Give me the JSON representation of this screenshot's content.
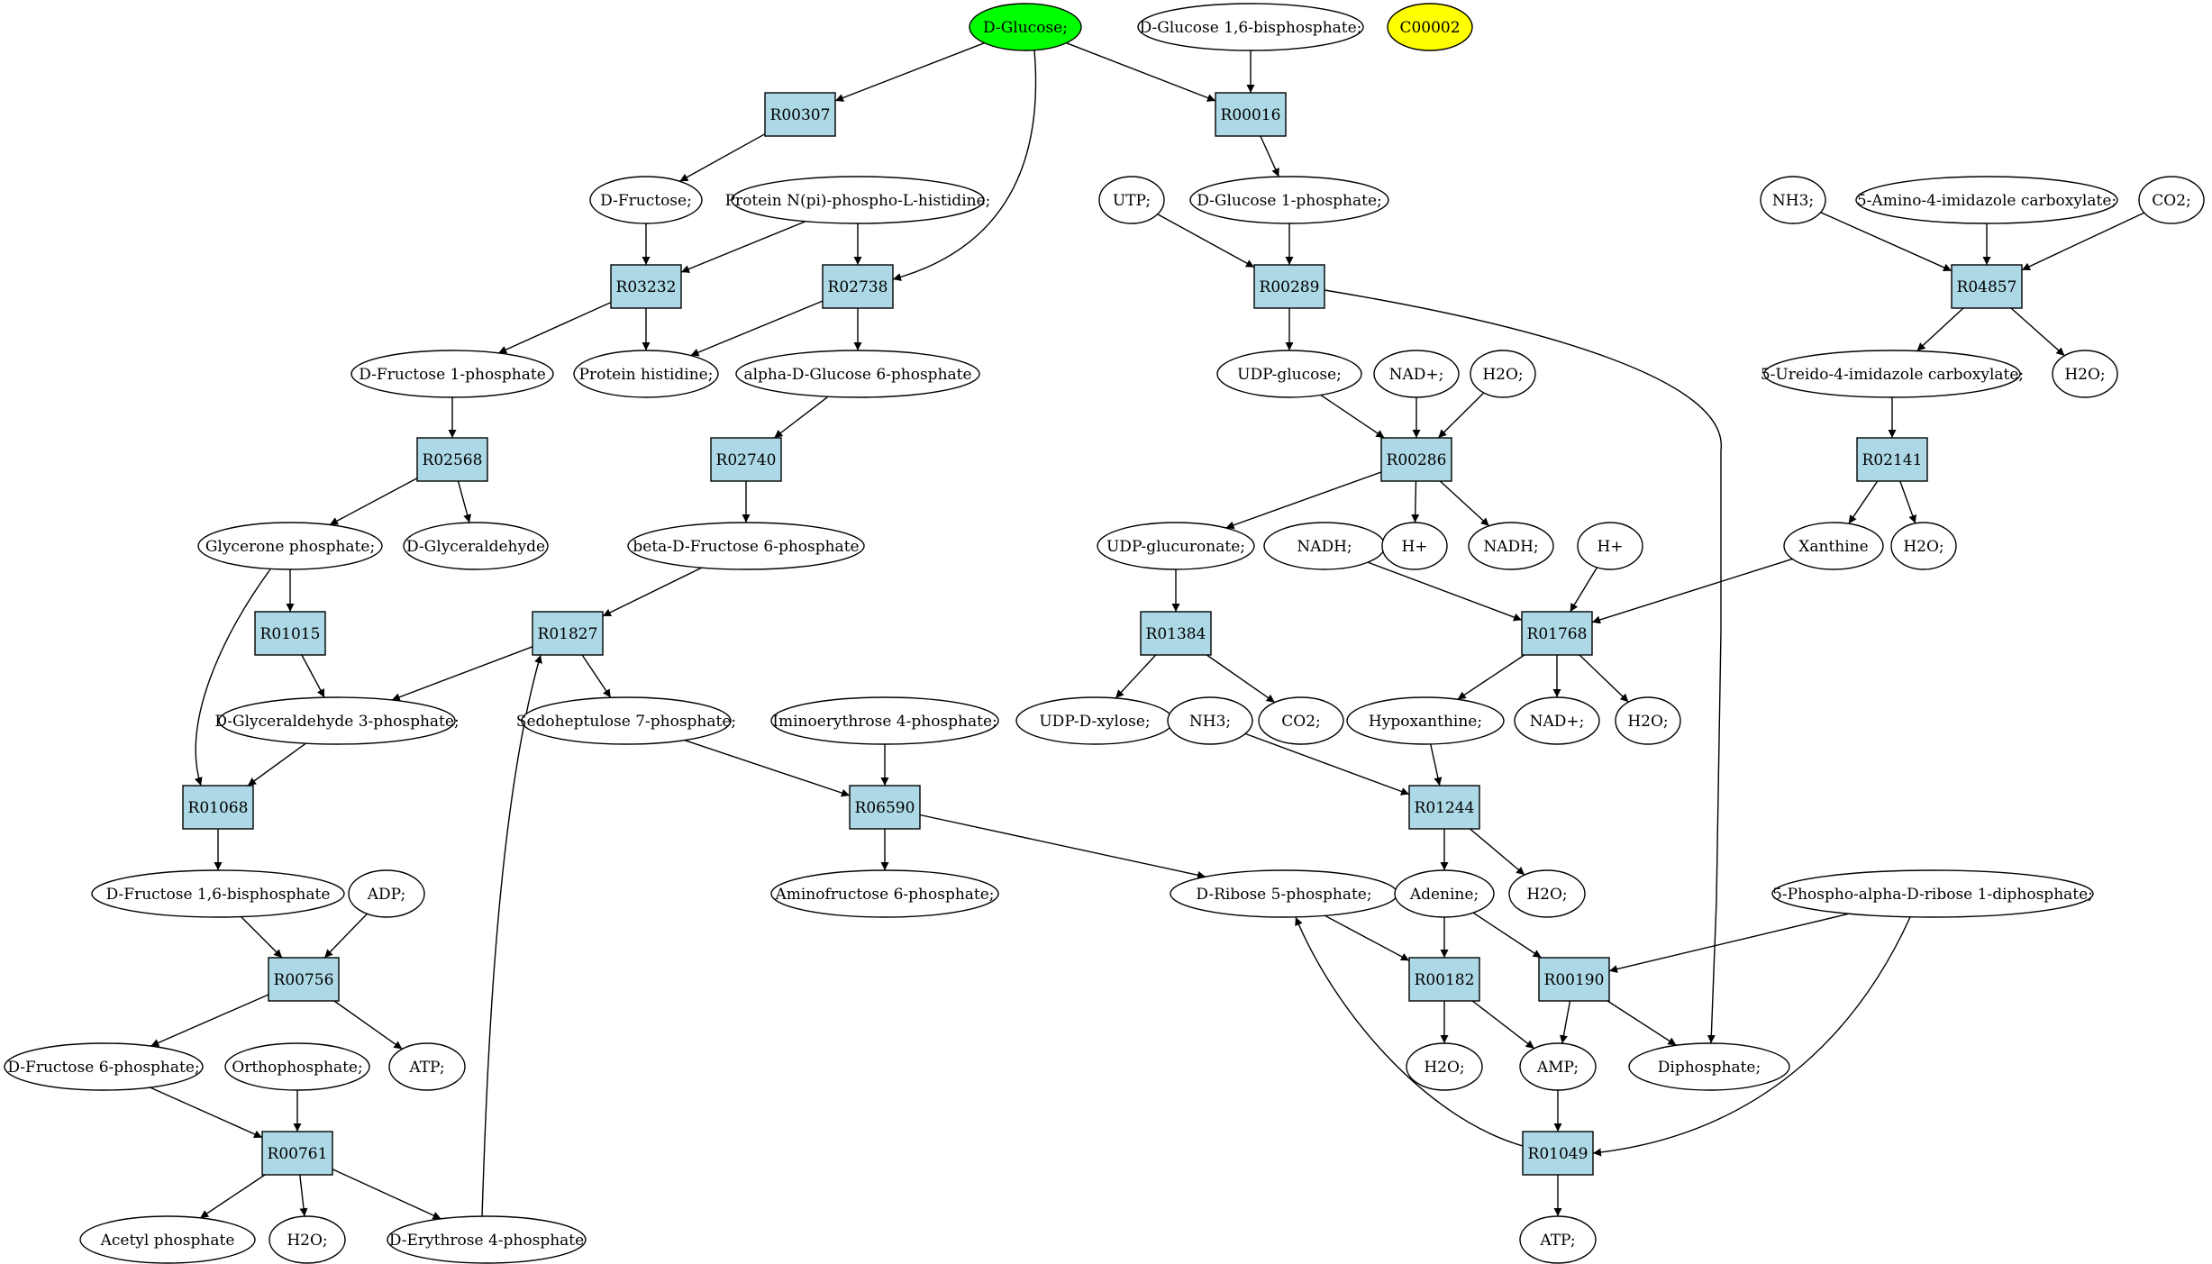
{
  "colors": {
    "reaction_fill": "#add8e6",
    "start_compound_fill": "#00ff00",
    "highlight_compound_fill": "#ffff00",
    "compound_fill": "#ffffff",
    "edge_color": "#000000"
  },
  "compounds": [
    {
      "id": "c1",
      "label": "D-Glucose;",
      "style": "start"
    },
    {
      "id": "c2",
      "label": "D-Glucose 1,6-bisphosphate;"
    },
    {
      "id": "c3",
      "label": "C00002",
      "style": "highlight"
    },
    {
      "id": "c4",
      "label": "D-Fructose;"
    },
    {
      "id": "c5",
      "label": "Protein N(pi)-phospho-L-histidine;"
    },
    {
      "id": "c6",
      "label": "UTP;"
    },
    {
      "id": "c7",
      "label": "D-Glucose 1-phosphate;"
    },
    {
      "id": "c8",
      "label": "NH3;"
    },
    {
      "id": "c9",
      "label": "5-Amino-4-imidazole carboxylate;"
    },
    {
      "id": "c10",
      "label": "CO2;"
    },
    {
      "id": "c11",
      "label": "D-Fructose 1-phosphate"
    },
    {
      "id": "c12",
      "label": "Protein histidine;"
    },
    {
      "id": "c13",
      "label": "alpha-D-Glucose 6-phosphate"
    },
    {
      "id": "c14",
      "label": "UDP-glucose;"
    },
    {
      "id": "c15",
      "label": "NAD+;"
    },
    {
      "id": "c16",
      "label": "H2O;"
    },
    {
      "id": "c17",
      "label": "5-Ureido-4-imidazole carboxylate;"
    },
    {
      "id": "c18",
      "label": "H2O;"
    },
    {
      "id": "c19",
      "label": "Glycerone phosphate;"
    },
    {
      "id": "c20",
      "label": "D-Glyceraldehyde"
    },
    {
      "id": "c21",
      "label": "beta-D-Fructose 6-phosphate"
    },
    {
      "id": "c22",
      "label": "UDP-glucuronate;"
    },
    {
      "id": "c23",
      "label": "NADH;"
    },
    {
      "id": "c24",
      "label": "H+"
    },
    {
      "id": "c25",
      "label": "NADH;"
    },
    {
      "id": "c26",
      "label": "H+"
    },
    {
      "id": "c27",
      "label": "Xanthine"
    },
    {
      "id": "c28",
      "label": "H2O;"
    },
    {
      "id": "c29",
      "label": "D-Glyceraldehyde 3-phosphate;"
    },
    {
      "id": "c30",
      "label": "Sedoheptulose 7-phosphate;"
    },
    {
      "id": "c31",
      "label": "Iminoerythrose 4-phosphate;"
    },
    {
      "id": "c32",
      "label": "UDP-D-xylose;"
    },
    {
      "id": "c33",
      "label": "NH3;"
    },
    {
      "id": "c34",
      "label": "CO2;"
    },
    {
      "id": "c35",
      "label": "Hypoxanthine;"
    },
    {
      "id": "c36",
      "label": "NAD+;"
    },
    {
      "id": "c37",
      "label": "H2O;"
    },
    {
      "id": "c38",
      "label": "D-Fructose 1,6-bisphosphate"
    },
    {
      "id": "c39",
      "label": "ADP;"
    },
    {
      "id": "c40",
      "label": "Aminofructose 6-phosphate;"
    },
    {
      "id": "c41",
      "label": "D-Ribose 5-phosphate;"
    },
    {
      "id": "c42",
      "label": "Adenine;"
    },
    {
      "id": "c43",
      "label": "H2O;"
    },
    {
      "id": "c44",
      "label": "5-Phospho-alpha-D-ribose 1-diphosphate;"
    },
    {
      "id": "c45",
      "label": "D-Fructose 6-phosphate;"
    },
    {
      "id": "c46",
      "label": "Orthophosphate;"
    },
    {
      "id": "c47",
      "label": "ATP;"
    },
    {
      "id": "c48",
      "label": "H2O;"
    },
    {
      "id": "c49",
      "label": "AMP;"
    },
    {
      "id": "c50",
      "label": "Diphosphate;"
    },
    {
      "id": "c51",
      "label": "Acetyl phosphate"
    },
    {
      "id": "c52",
      "label": "H2O;"
    },
    {
      "id": "c53",
      "label": "D-Erythrose 4-phosphate"
    },
    {
      "id": "c54",
      "label": "ATP;"
    }
  ],
  "reactions": [
    {
      "id": "r1",
      "label": "R00307"
    },
    {
      "id": "r2",
      "label": "R00016"
    },
    {
      "id": "r3",
      "label": "R03232"
    },
    {
      "id": "r4",
      "label": "R02738"
    },
    {
      "id": "r5",
      "label": "R00289"
    },
    {
      "id": "r6",
      "label": "R04857"
    },
    {
      "id": "r7",
      "label": "R02568"
    },
    {
      "id": "r8",
      "label": "R02740"
    },
    {
      "id": "r9",
      "label": "R00286"
    },
    {
      "id": "r10",
      "label": "R02141"
    },
    {
      "id": "r11",
      "label": "R01015"
    },
    {
      "id": "r12",
      "label": "R01827"
    },
    {
      "id": "r13",
      "label": "R01384"
    },
    {
      "id": "r14",
      "label": "R01768"
    },
    {
      "id": "r15",
      "label": "R01068"
    },
    {
      "id": "r16",
      "label": "R06590"
    },
    {
      "id": "r17",
      "label": "R01244"
    },
    {
      "id": "r18",
      "label": "R00756"
    },
    {
      "id": "r19",
      "label": "R00182"
    },
    {
      "id": "r20",
      "label": "R00190"
    },
    {
      "id": "r21",
      "label": "R00761"
    },
    {
      "id": "r22",
      "label": "R01049"
    }
  ],
  "edges": [
    [
      "c1",
      "r1"
    ],
    [
      "c1",
      "r2"
    ],
    [
      "c1",
      "r4"
    ],
    [
      "c2",
      "r2"
    ],
    [
      "r1",
      "c4"
    ],
    [
      "r2",
      "c7"
    ],
    [
      "c4",
      "r3"
    ],
    [
      "c5",
      "r3"
    ],
    [
      "c5",
      "r4"
    ],
    [
      "c6",
      "r5"
    ],
    [
      "c7",
      "r5"
    ],
    [
      "c8",
      "r6"
    ],
    [
      "c9",
      "r6"
    ],
    [
      "c10",
      "r6"
    ],
    [
      "r3",
      "c11"
    ],
    [
      "r3",
      "c12"
    ],
    [
      "r4",
      "c12"
    ],
    [
      "r4",
      "c13"
    ],
    [
      "r5",
      "c14"
    ],
    [
      "r5",
      "c50"
    ],
    [
      "r6",
      "c17"
    ],
    [
      "r6",
      "c18"
    ],
    [
      "c11",
      "r7"
    ],
    [
      "c13",
      "r8"
    ],
    [
      "c14",
      "r9"
    ],
    [
      "c15",
      "r9"
    ],
    [
      "c16",
      "r9"
    ],
    [
      "c17",
      "r10"
    ],
    [
      "r7",
      "c19"
    ],
    [
      "r7",
      "c20"
    ],
    [
      "r8",
      "c21"
    ],
    [
      "r9",
      "c22"
    ],
    [
      "r9",
      "c24"
    ],
    [
      "r9",
      "c25"
    ],
    [
      "r10",
      "c27"
    ],
    [
      "r10",
      "c28"
    ],
    [
      "c19",
      "r11"
    ],
    [
      "c19",
      "r15"
    ],
    [
      "c21",
      "r12"
    ],
    [
      "c22",
      "r13"
    ],
    [
      "c23",
      "r14"
    ],
    [
      "c26",
      "r14"
    ],
    [
      "c27",
      "r14"
    ],
    [
      "r11",
      "c29"
    ],
    [
      "r12",
      "c29"
    ],
    [
      "r12",
      "c30"
    ],
    [
      "r13",
      "c32"
    ],
    [
      "r13",
      "c34"
    ],
    [
      "r14",
      "c35"
    ],
    [
      "r14",
      "c36"
    ],
    [
      "r14",
      "c37"
    ],
    [
      "c29",
      "r15"
    ],
    [
      "c30",
      "r16"
    ],
    [
      "c31",
      "r16"
    ],
    [
      "c33",
      "r17"
    ],
    [
      "c35",
      "r17"
    ],
    [
      "r15",
      "c38"
    ],
    [
      "r16",
      "c40"
    ],
    [
      "r16",
      "c41"
    ],
    [
      "r17",
      "c42"
    ],
    [
      "r17",
      "c43"
    ],
    [
      "c38",
      "r18"
    ],
    [
      "c39",
      "r18"
    ],
    [
      "c41",
      "r19"
    ],
    [
      "c42",
      "r19"
    ],
    [
      "c42",
      "r20"
    ],
    [
      "c44",
      "r20"
    ],
    [
      "c44",
      "r22"
    ],
    [
      "r18",
      "c45"
    ],
    [
      "r18",
      "c47"
    ],
    [
      "r19",
      "c48"
    ],
    [
      "r19",
      "c49"
    ],
    [
      "r20",
      "c49"
    ],
    [
      "r20",
      "c50"
    ],
    [
      "c45",
      "r21"
    ],
    [
      "c46",
      "r21"
    ],
    [
      "c49",
      "r22"
    ],
    [
      "r21",
      "c51"
    ],
    [
      "r21",
      "c52"
    ],
    [
      "r21",
      "c53"
    ],
    [
      "c53",
      "r12"
    ],
    [
      "r22",
      "c41"
    ],
    [
      "r22",
      "c54"
    ]
  ]
}
